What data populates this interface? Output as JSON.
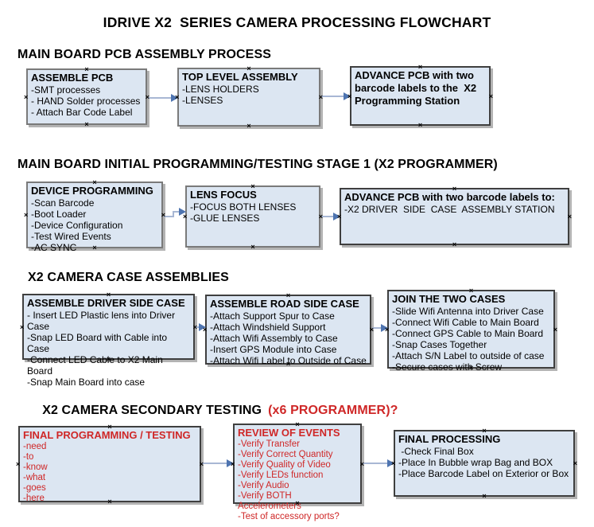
{
  "title": "IDRIVE X2  SERIES CAMERA PROCESSING FLOWCHART",
  "colors": {
    "fill": "#dce6f2",
    "red": "#cf2727",
    "arrow_line": "#a8b7d4",
    "arrow_head": "#4e74b0"
  },
  "icons": {
    "connection_handle": "×"
  },
  "sections": [
    {
      "heading": "MAIN BOARD PCB ASSEMBLY PROCESS",
      "boxes": [
        {
          "title": "ASSEMBLE PCB",
          "items": [
            "-SMT processes",
            "- HAND Solder processes",
            "- Attach Bar Code Label"
          ]
        },
        {
          "title": "TOP LEVEL ASSEMBLY",
          "items": [
            "-LENS HOLDERS",
            "-LENSES"
          ]
        },
        {
          "title": "ADVANCE PCB with two barcode labels to the  X2 Programming Station",
          "items": []
        }
      ]
    },
    {
      "heading": "MAIN BOARD INITIAL PROGRAMMING/TESTING STAGE 1 (X2 PROGRAMMER)",
      "boxes": [
        {
          "title": "DEVICE PROGRAMMING",
          "items": [
            "-Scan Barcode",
            "-Boot Loader",
            "-Device Configuration",
            "-Test Wired Events",
            "-AC SYNC"
          ]
        },
        {
          "title": "LENS FOCUS",
          "items": [
            "-FOCUS BOTH LENSES",
            "-GLUE LENSES"
          ]
        },
        {
          "title": "ADVANCE PCB with two barcode labels to:",
          "items": [
            "-X2 DRIVER  SIDE  CASE  ASSEMBLY STATION"
          ]
        }
      ]
    },
    {
      "heading": "X2 CAMERA CASE ASSEMBLIES",
      "boxes": [
        {
          "title": "ASSEMBLE DRIVER SIDE CASE",
          "items": [
            "- Insert LED Plastic lens into Driver Case",
            "-Snap LED Board with Cable into Case",
            "-Connect LED Cable to X2 Main Board",
            "-Snap Main Board into case"
          ]
        },
        {
          "title": "ASSEMBLE ROAD SIDE CASE",
          "items": [
            "-Attach Support Spur to Case",
            "-Attach Windshield Support",
            "-Attach Wifi Assembly to Case",
            "-Insert GPS Module into Case",
            "-Attach Wifi Label to Outside of Case"
          ]
        },
        {
          "title": "JOIN THE TWO CASES",
          "items": [
            "-Slide Wifi Antenna into Driver Case",
            "-Connect Wifi Cable to Main Board",
            "-Connect GPS Cable to Main Board",
            "-Snap Cases Together",
            "-Attach S/N Label to outside of case",
            "-Secure cases with Screw"
          ]
        }
      ]
    },
    {
      "heading": "X2 CAMERA SECONDARY TESTING",
      "heading_red": "(x6 PROGRAMMER)?",
      "boxes": [
        {
          "title": "FINAL PROGRAMMING / TESTING",
          "items": [
            "-need",
            "-to",
            "-know",
            "-what",
            "-goes",
            "-here"
          ]
        },
        {
          "title": "REVIEW OF EVENTS",
          "items": [
            "-Verify Transfer",
            "-Verify Correct Quantity",
            "-Verify Quality of Video",
            "-Verify LEDs function",
            "-Verify Audio",
            "-Verify BOTH Accelerometers",
            "-Test of accessory ports?"
          ]
        },
        {
          "title": "FINAL PROCESSING",
          "items": [
            " -Check Final Box",
            "-Place In Bubble wrap Bag and BOX",
            "-Place Barcode Label on Exterior or Box"
          ]
        }
      ]
    }
  ]
}
